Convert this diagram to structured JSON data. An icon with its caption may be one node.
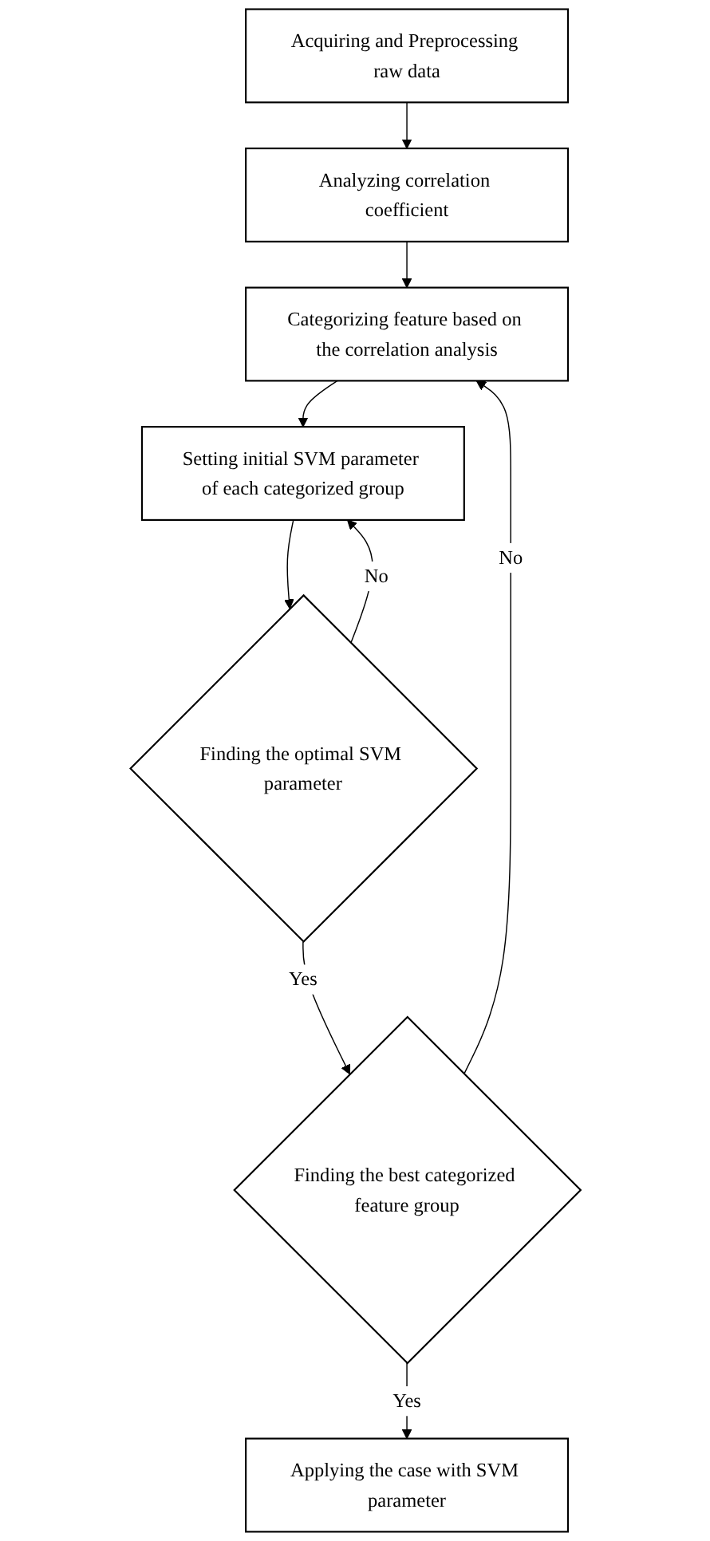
{
  "diagram": {
    "nodes": [
      {
        "text": [
          "Acquiring and Preprocessing raw data"
        ]
      },
      {
        "text": [
          "Analyzing correlation coefficient"
        ]
      },
      {
        "text": [
          "Categorizing feature based on the correlation analysis"
        ]
      },
      {
        "text": [
          "Setting initial SVM parameter of each categorized group"
        ]
      },
      {
        "text": [
          "Finding the optimal SVM parameter"
        ]
      },
      {
        "text": [
          "Finding the best categorized feature group"
        ]
      },
      {
        "text": [
          "Applying the case with SVM parameter"
        ]
      }
    ],
    "edges": [
      {
        "from": 0,
        "to": 1,
        "arrow": "to"
      },
      {
        "from": 1,
        "to": 2,
        "arrow": "to"
      },
      {
        "from": 2,
        "to": 3,
        "arrow": "to"
      },
      {
        "from": 3,
        "to": 4,
        "arrow": "to"
      },
      {
        "from": 4,
        "to": 3,
        "arrow": "to",
        "label": "No"
      },
      {
        "from": 4,
        "to": 5,
        "arrow": "to",
        "label": "Yes"
      },
      {
        "from": 5,
        "to": 2,
        "arrow": "to",
        "label": "No"
      },
      {
        "from": 5,
        "to": 6,
        "arrow": "to",
        "label": "Yes"
      }
    ]
  }
}
